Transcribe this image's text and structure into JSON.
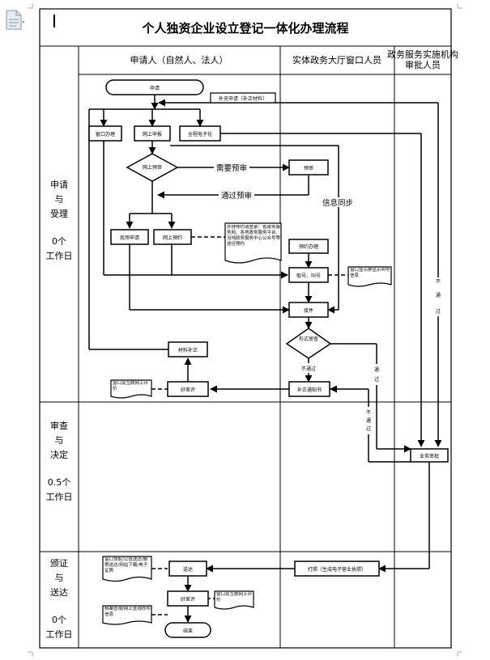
{
  "title": "个人独资企业设立登记一体化办理流程",
  "columns": {
    "applicant": "申请人（自然人、法人）",
    "window_staff": "实体政务大厅窗口人员",
    "approver_line1": "政务服务实施机构",
    "approver_line2": "审批人员"
  },
  "stages": [
    {
      "line1": "申请",
      "line2": "与",
      "line3": "受理",
      "line4": "0个",
      "line5": "工作日"
    },
    {
      "line1": "审查",
      "line2": "与",
      "line3": "决定",
      "line4": "0.5个",
      "line5": "工作日"
    },
    {
      "line1": "颁证",
      "line2": "与",
      "line3": "送达",
      "line4": "0个",
      "line5": "工作日"
    }
  ],
  "nodes": {
    "apply": "申请",
    "supplement_note": "补充申请（补正材料）",
    "window_apply": "窗口办理",
    "online_apply": "网上申报",
    "full_electronic": "全程电子化",
    "online_prereview": "网上预审",
    "prereview": "预审",
    "onsite_apply": "现场申请",
    "online_booking": "网上预约",
    "booking_note": "办理预约请登录：省政务服务网、各地政务服务平台、当地政务服务中心公众号等途径预约",
    "booking_handle": "预约办理",
    "take_number": "取号、叫号",
    "number_note": "窗口显示屏显示叫号信息",
    "accept": "接件",
    "formal_review": "形式审查",
    "material_supplement": "材料补正",
    "evaluation_note_1": "窗口及互联网上评价",
    "good_review_1": "好差评",
    "correction_notice": "补正通知书",
    "business_approval": "业务审批",
    "print": "打照（生成电子营业执照）",
    "delivery": "送达",
    "delivery_note": "窗口领取/公告送达/邮寄送达/网站下载/电子证照",
    "good_review_2": "好差评",
    "evaluation_note_2": "窗口及互联网上评价",
    "archive_note": "档案查询/网上查询办件信息",
    "end": "结束"
  },
  "labels": {
    "needs_prereview": "需要预审",
    "pass_prereview": "通过预审",
    "info_sync": "信息同步",
    "not_pass": "不通过",
    "pass": "通过",
    "not_pass_v1": "不",
    "not_pass_v2": "通",
    "not_pass_v3": "过",
    "pass_v1": "通",
    "pass_v2": "过"
  }
}
